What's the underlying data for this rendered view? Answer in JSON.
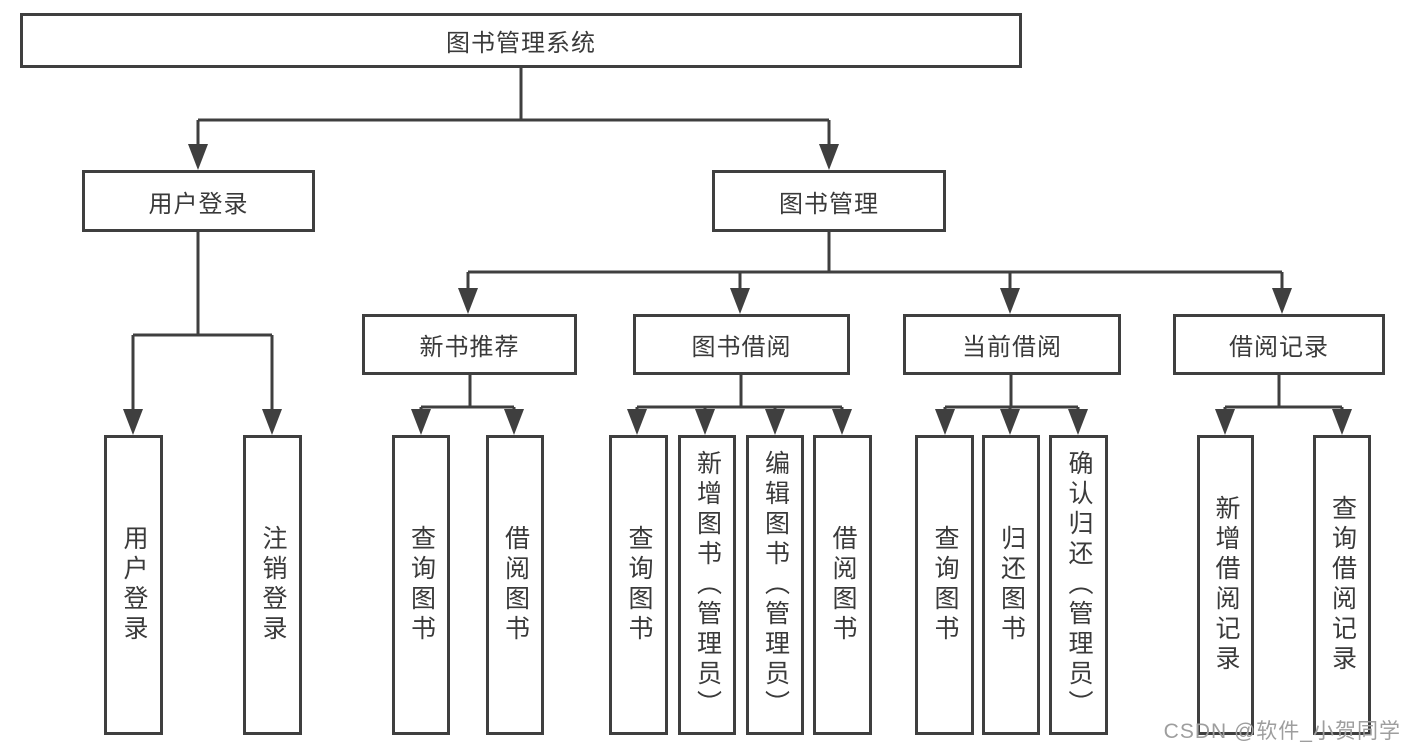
{
  "diagram": {
    "root": {
      "label": "图书管理系统"
    },
    "level2": [
      {
        "label": "用户登录"
      },
      {
        "label": "图书管理"
      }
    ],
    "level3": [
      {
        "label": "新书推荐"
      },
      {
        "label": "图书借阅"
      },
      {
        "label": "当前借阅"
      },
      {
        "label": "借阅记录"
      }
    ],
    "leaves": [
      {
        "label": "用户登录"
      },
      {
        "label": "注销登录"
      },
      {
        "label": "查询图书"
      },
      {
        "label": "借阅图书"
      },
      {
        "label": "查询图书"
      },
      {
        "label": "新增图书（管理员）"
      },
      {
        "label": "编辑图书（管理员）"
      },
      {
        "label": "借阅图书"
      },
      {
        "label": "查询图书"
      },
      {
        "label": "归还图书"
      },
      {
        "label": "确认归还（管理员）"
      },
      {
        "label": "新增借阅记录"
      },
      {
        "label": "查询借阅记录"
      }
    ]
  },
  "watermark": {
    "text": "CSDN @软件_小贺同学"
  },
  "colors": {
    "line": "#3f3f3f",
    "text": "#3a3a3a",
    "watermark": "#9e9e9e",
    "background": "#ffffff"
  }
}
